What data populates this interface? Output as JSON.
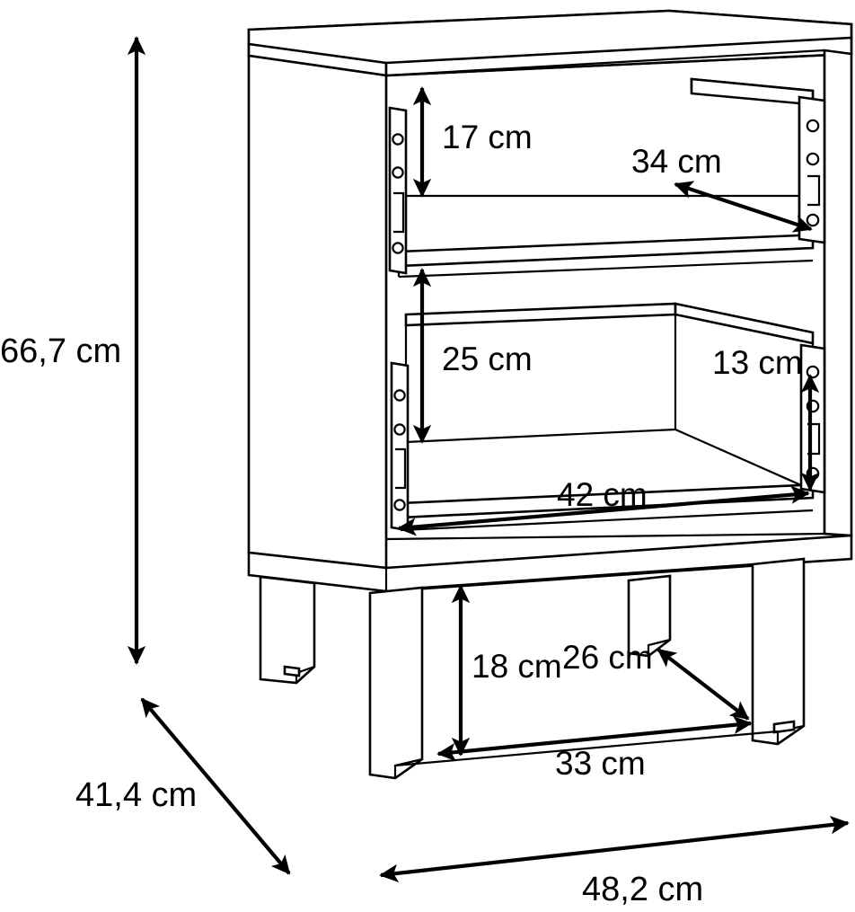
{
  "document": {
    "type": "technical-dimension-drawing",
    "subject": "nightstand-cabinet",
    "unit": "cm",
    "background_color": "#ffffff",
    "line_color": "#000000"
  },
  "dimensions": {
    "overall_height": "66,7 cm",
    "overall_depth": "41,4 cm",
    "overall_width": "48,2 cm",
    "upper_compartment_height": "17 cm",
    "upper_compartment_depth": "34 cm",
    "lower_compartment_height": "25 cm",
    "lower_compartment_width": "42 cm",
    "lower_compartment_side_height": "13 cm",
    "base_clearance_height": "18 cm",
    "base_depth": "26 cm",
    "base_width": "33 cm"
  },
  "labels": [
    {
      "id": "overall-height",
      "text": "66,7 cm"
    },
    {
      "id": "overall-depth",
      "text": "41,4 cm"
    },
    {
      "id": "overall-width",
      "text": "48,2 cm"
    },
    {
      "id": "upper-height",
      "text": "17 cm"
    },
    {
      "id": "upper-depth",
      "text": "34 cm"
    },
    {
      "id": "lower-height",
      "text": "25 cm"
    },
    {
      "id": "lower-side-height",
      "text": "13 cm"
    },
    {
      "id": "lower-width",
      "text": "42 cm"
    },
    {
      "id": "base-clearance",
      "text": "18 cm"
    },
    {
      "id": "base-depth",
      "text": "26 cm"
    },
    {
      "id": "base-width",
      "text": "33 cm"
    }
  ]
}
